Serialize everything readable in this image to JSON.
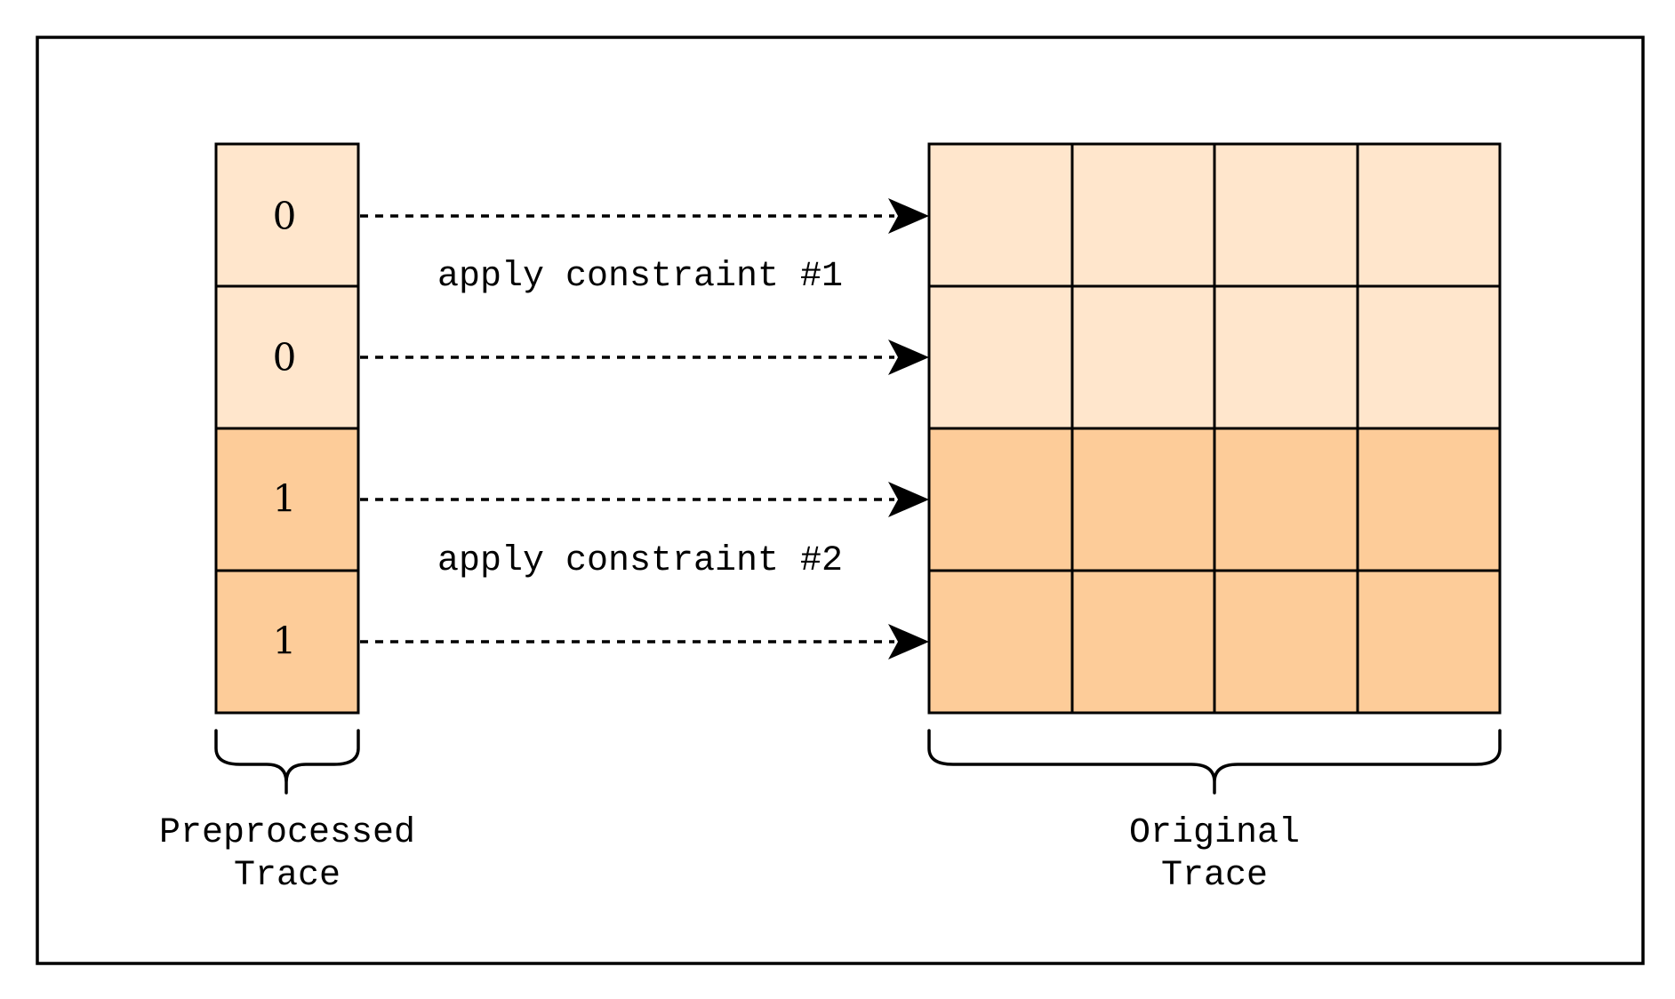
{
  "preprocessed_trace": {
    "values": [
      "0",
      "0",
      "1",
      "1"
    ],
    "label_line1": "Preprocessed",
    "label_line2": "Trace"
  },
  "original_trace": {
    "rows": 4,
    "columns": 4,
    "label_line1": "Original",
    "label_line2": "Trace"
  },
  "constraints": [
    {
      "label": "apply constraint #1"
    },
    {
      "label": "apply constraint #2"
    }
  ],
  "colors": {
    "light_fill": "#FFE6CC",
    "dark_fill": "#FDCC99",
    "stroke": "#000000",
    "background": "#FFFFFF"
  }
}
